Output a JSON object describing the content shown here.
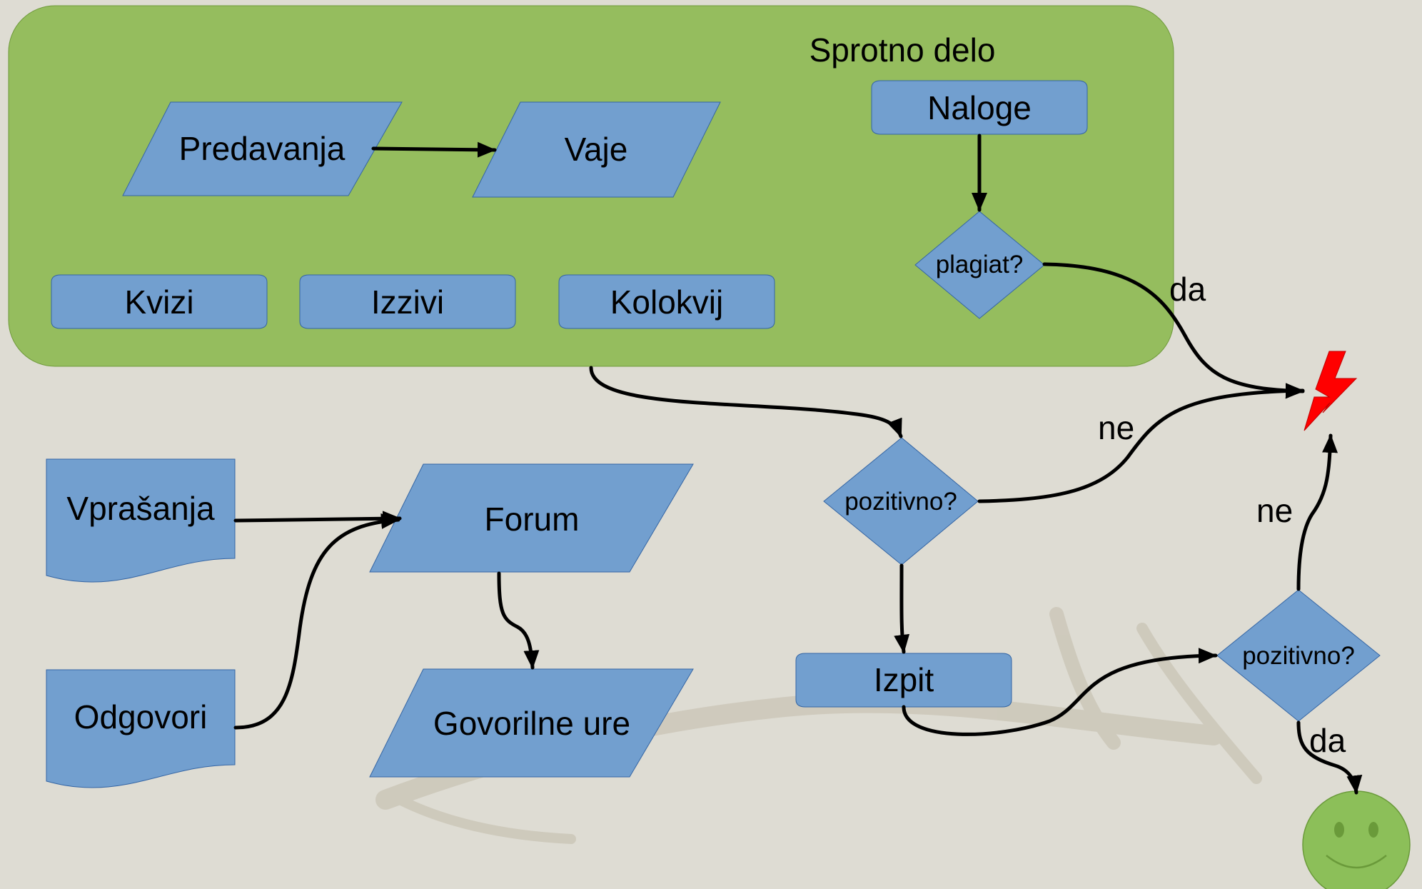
{
  "colors": {
    "background": "#dedcd3",
    "group_fill": "#95bd5e",
    "shape_fill": "#729fcf",
    "shape_stroke": "#3465a4",
    "arrow": "#000000",
    "lightning": "#ff0000",
    "smiley": "#8cbf59"
  },
  "group": {
    "title": "Sprotno delo"
  },
  "nodes": {
    "predavanja": "Predavanja",
    "vaje": "Vaje",
    "naloge": "Naloge",
    "plagiat": "plagiat?",
    "kvizi": "Kvizi",
    "izzivi": "Izzivi",
    "kolokvij": "Kolokvij",
    "vprasanja": "Vprašanja",
    "odgovori": "Odgovori",
    "forum": "Forum",
    "govorilne_ure": "Govorilne ure",
    "pozitivno_1": "pozitivno?",
    "izpit": "Izpit",
    "pozitivno_2": "pozitivno?"
  },
  "edge_labels": {
    "plagiat_da": "da",
    "pozitivno1_ne": "ne",
    "pozitivno2_ne": "ne",
    "pozitivno2_da": "da"
  },
  "icons": {
    "fail": "lightning-icon",
    "pass": "smiley-icon"
  }
}
